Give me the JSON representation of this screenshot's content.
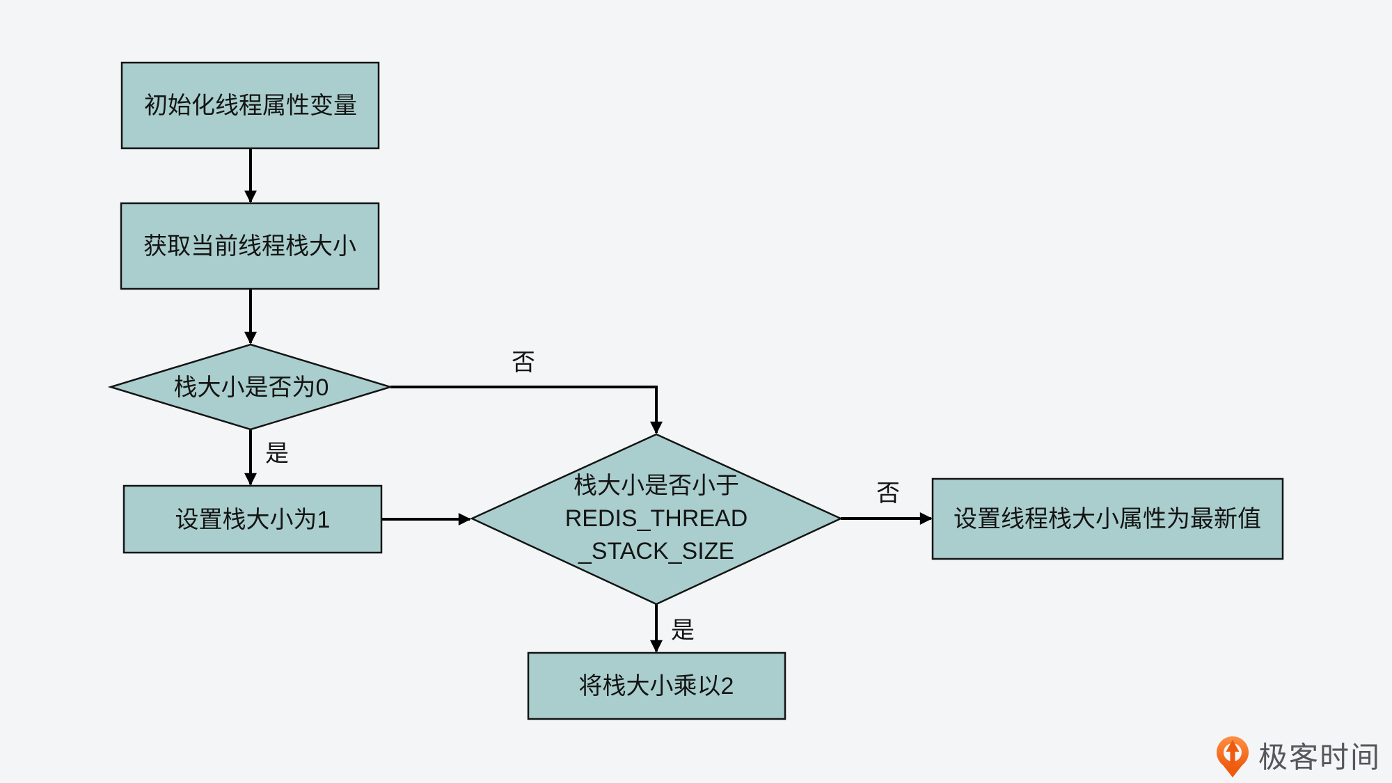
{
  "canvas": {
    "background": "#f3f5f6"
  },
  "palette": {
    "node_fill": "#a9cecd",
    "node_stroke": "#141414",
    "line_color": "#000000",
    "logo_orange": "#ee5a0e",
    "logo_text_color": "#57565a"
  },
  "nodes": {
    "init_attr": {
      "label": "初始化线程属性变量"
    },
    "get_stack": {
      "label": "获取当前线程栈大小"
    },
    "is_zero": {
      "label": "栈大小是否为0"
    },
    "set_one": {
      "label": "设置栈大小为1"
    },
    "is_less": {
      "lines": [
        "栈大小是否小于",
        "REDIS_THREAD",
        "_STACK_SIZE"
      ]
    },
    "set_latest": {
      "label": "设置线程栈大小属性为最新值"
    },
    "multiply": {
      "label": "将栈大小乘以2"
    }
  },
  "edges": {
    "is_zero_yes": "是",
    "is_zero_no": "否",
    "is_less_yes": "是",
    "is_less_no": "否"
  },
  "logo": {
    "text": "极客时间",
    "icon": "geektime-pin-icon"
  }
}
